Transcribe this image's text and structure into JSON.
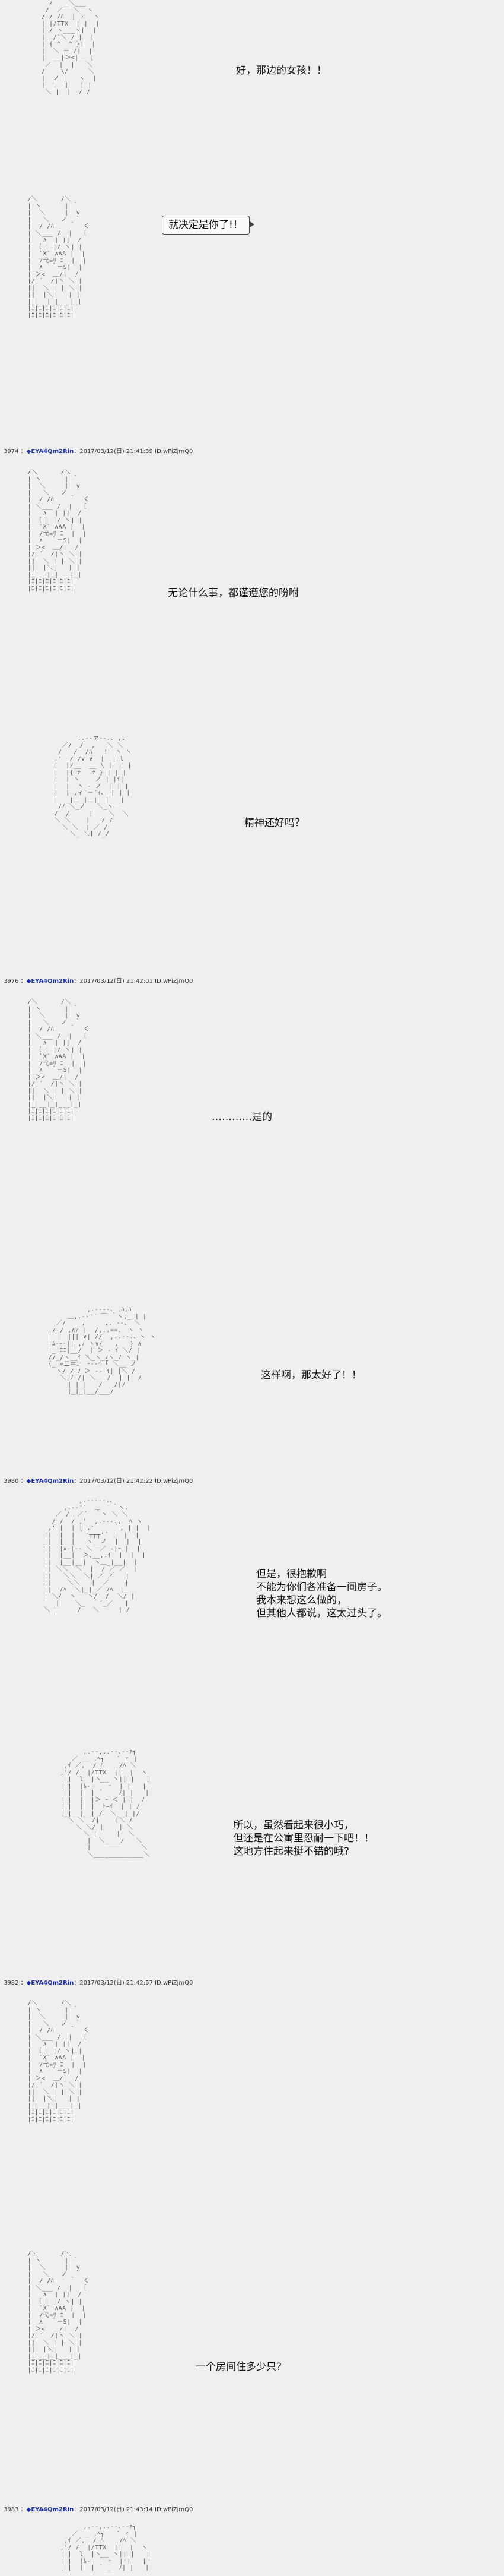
{
  "posts": [
    {
      "num": "3974",
      "name": "◆EYA4Qm2Rin",
      "sep": "：",
      "meta": "2017/03/12(日) 21:41:39 ID:wPiZjmQ0"
    },
    {
      "num": "3976",
      "name": "◆EYA4Qm2Rin",
      "sep": "：",
      "meta": "2017/03/12(日) 21:42:01 ID:wPiZjmQ0"
    },
    {
      "num": "3980",
      "name": "◆EYA4Qm2Rin",
      "sep": "：",
      "meta": "2017/03/12(日) 21:42:22 ID:wPiZjmQ0"
    },
    {
      "num": "3982",
      "name": "◆EYA4Qm2Rin",
      "sep": "：",
      "meta": "2017/03/12(日) 21:42:57 ID:wPiZjmQ0"
    },
    {
      "num": "3983",
      "name": "◆EYA4Qm2Rin",
      "sep": "：",
      "meta": "2017/03/12(日) 21:43:14 ID:wPiZjmQ0"
    }
  ],
  "dialogue": {
    "d1": "好，那边的女孩！！",
    "d2": "就决定是你了!！",
    "d3": "无论什么事，都谨遵您的吩咐",
    "d4": "精神还好吗？",
    "d5": "…………是的",
    "d6": "这样啊，那太好了！！",
    "d7": "但是，很抱歉啊\n不能为你们各准备一间房子。\n我本来想这么做的，\n但其他人都说，这太过头了。",
    "d8": "所以，虽然看起来很小巧，\n但还是在公寓里忍耐一下吧！！\n这地方住起来挺不错的哦?",
    "d9": "一个房间住多少只?"
  }
}
